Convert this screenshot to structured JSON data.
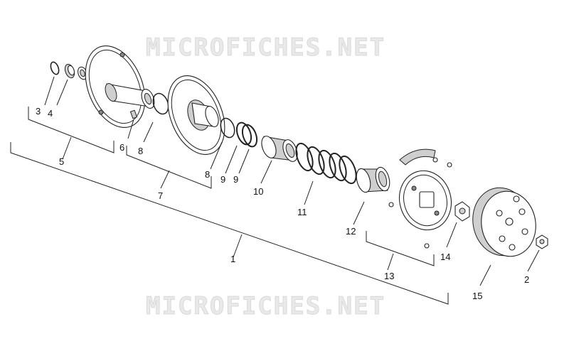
{
  "watermark": {
    "text": "MICROFICHES.NET"
  },
  "callouts": [
    {
      "id": "c1",
      "text": "1"
    },
    {
      "id": "c2",
      "text": "2"
    },
    {
      "id": "c3",
      "text": "3"
    },
    {
      "id": "c4",
      "text": "4"
    },
    {
      "id": "c5",
      "text": "5"
    },
    {
      "id": "c6",
      "text": "6"
    },
    {
      "id": "c7",
      "text": "7"
    },
    {
      "id": "c8a",
      "text": "8"
    },
    {
      "id": "c8b",
      "text": "8"
    },
    {
      "id": "c9a",
      "text": "9"
    },
    {
      "id": "c9b",
      "text": "9"
    },
    {
      "id": "c10",
      "text": "10"
    },
    {
      "id": "c11",
      "text": "11"
    },
    {
      "id": "c12",
      "text": "12"
    },
    {
      "id": "c13",
      "text": "13"
    },
    {
      "id": "c14",
      "text": "14"
    },
    {
      "id": "c15",
      "text": "15"
    }
  ]
}
